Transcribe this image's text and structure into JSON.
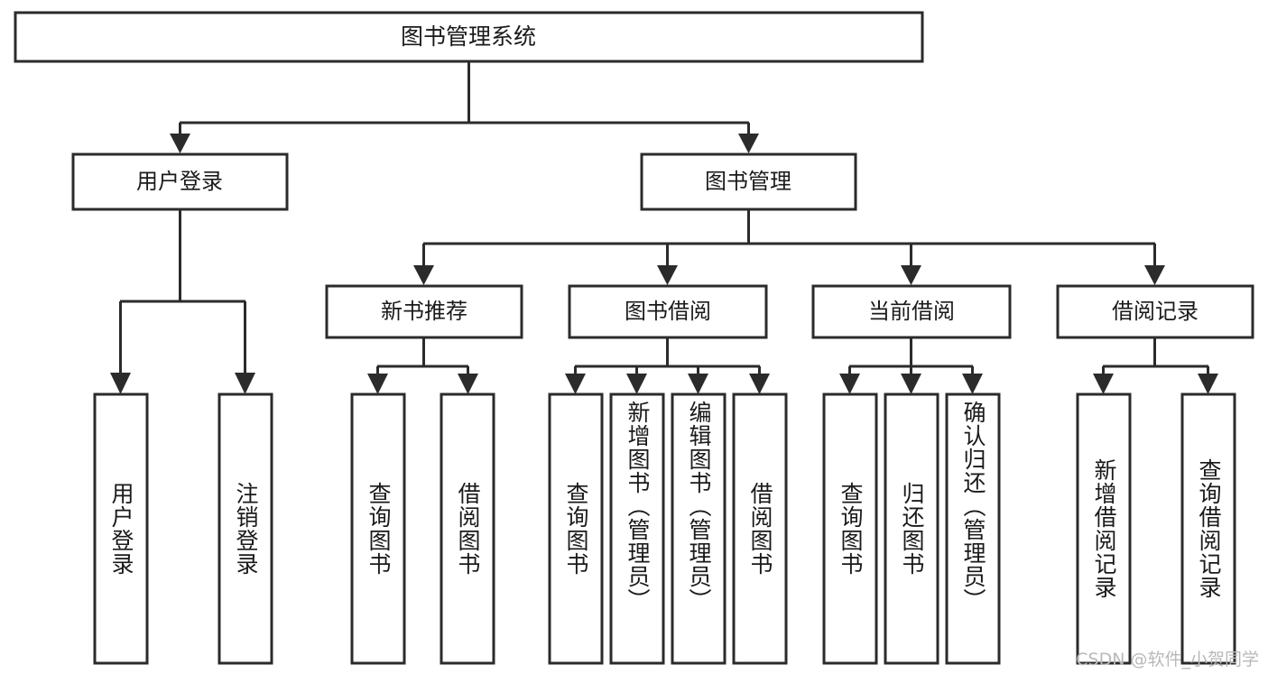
{
  "diagram": {
    "title": "图书管理系统",
    "type": "tree-hierarchy-chart",
    "orientation": "top-down",
    "colors": {
      "box_fill": "#ffffff",
      "box_stroke": "#2b2b2b",
      "text": "#1a1a1a",
      "background": "#ffffff",
      "watermark": "#b9b9b9"
    },
    "root": {
      "label": "图书管理系统"
    },
    "level2": [
      {
        "label": "用户登录"
      },
      {
        "label": "图书管理"
      }
    ],
    "level3": [
      {
        "label": "新书推荐"
      },
      {
        "label": "图书借阅"
      },
      {
        "label": "当前借阅"
      },
      {
        "label": "借阅记录"
      }
    ],
    "leaves": {
      "user_login": [
        {
          "label": "用户登录"
        },
        {
          "label": "注销登录"
        }
      ],
      "new_book_recommend": [
        {
          "label": "查询图书"
        },
        {
          "label": "借阅图书"
        }
      ],
      "book_borrow": [
        {
          "label": "查询图书"
        },
        {
          "label": "新增图书（管理员）"
        },
        {
          "label": "编辑图书（管理员）"
        },
        {
          "label": "借阅图书"
        }
      ],
      "current_borrow": [
        {
          "label": "查询图书"
        },
        {
          "label": "归还图书"
        },
        {
          "label": "确认归还（管理员）"
        }
      ],
      "borrow_record": [
        {
          "label": "新增借阅记录"
        },
        {
          "label": "查询借阅记录"
        }
      ]
    }
  },
  "watermark": {
    "text": "CSDN @软件_小贺同学"
  }
}
